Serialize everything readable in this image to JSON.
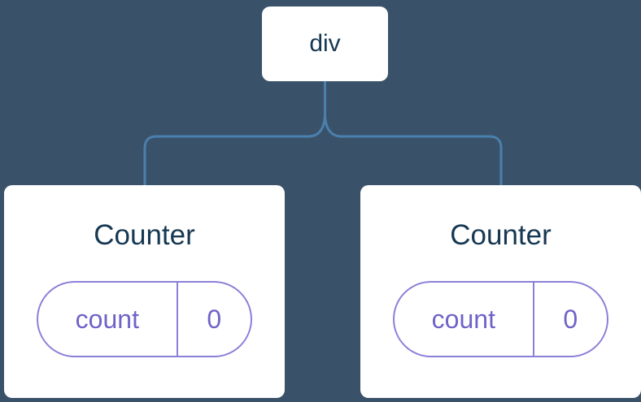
{
  "tree": {
    "root": {
      "label": "div"
    },
    "children": [
      {
        "title": "Counter",
        "state_key": "count",
        "state_value": "0"
      },
      {
        "title": "Counter",
        "state_key": "count",
        "state_value": "0"
      }
    ]
  },
  "colors": {
    "background": "#3A5269",
    "card_bg": "#FFFFFF",
    "connector": "#4A80AE",
    "node_text": "#163852",
    "state_text": "#6F63C8",
    "state_border": "#8B80D9"
  }
}
